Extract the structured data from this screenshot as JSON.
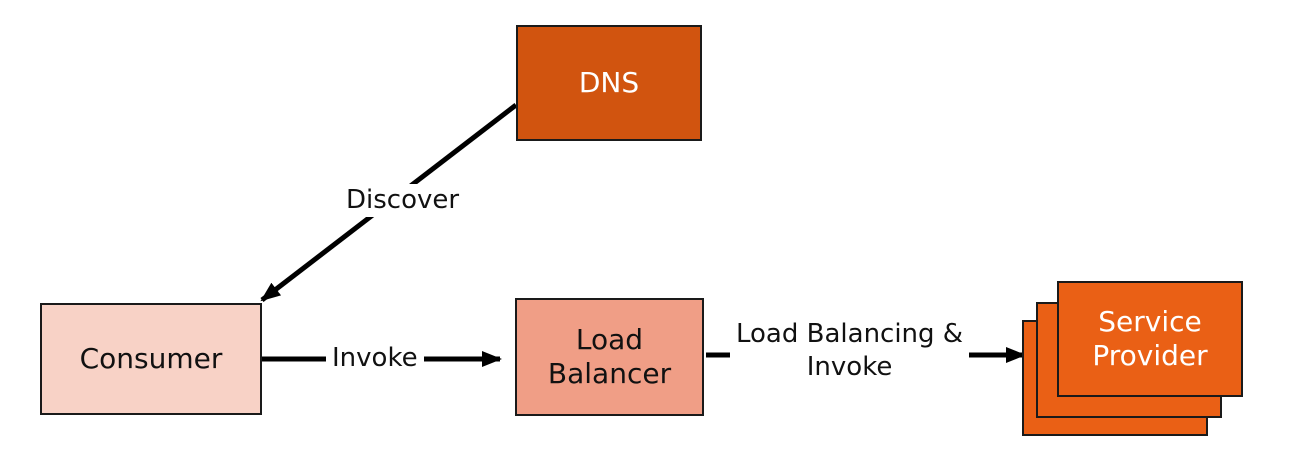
{
  "nodes": {
    "dns": {
      "label": "DNS",
      "fill": "#d1540f"
    },
    "consumer": {
      "label": "Consumer",
      "fill": "#f8d2c6"
    },
    "load_balancer": {
      "label": "Load\nBalancer",
      "fill": "#f09e86"
    },
    "service_provider": {
      "label": "Service\nProvider",
      "fill": "#ea6015",
      "stack_count": 3
    }
  },
  "edges": {
    "discover": {
      "label": "Discover"
    },
    "invoke": {
      "label": "Invoke"
    },
    "lb_invoke": {
      "label": "Load Balancing &\nInvoke"
    }
  },
  "colors": {
    "stroke": "#000000",
    "box_border": "#1a1a1a"
  }
}
